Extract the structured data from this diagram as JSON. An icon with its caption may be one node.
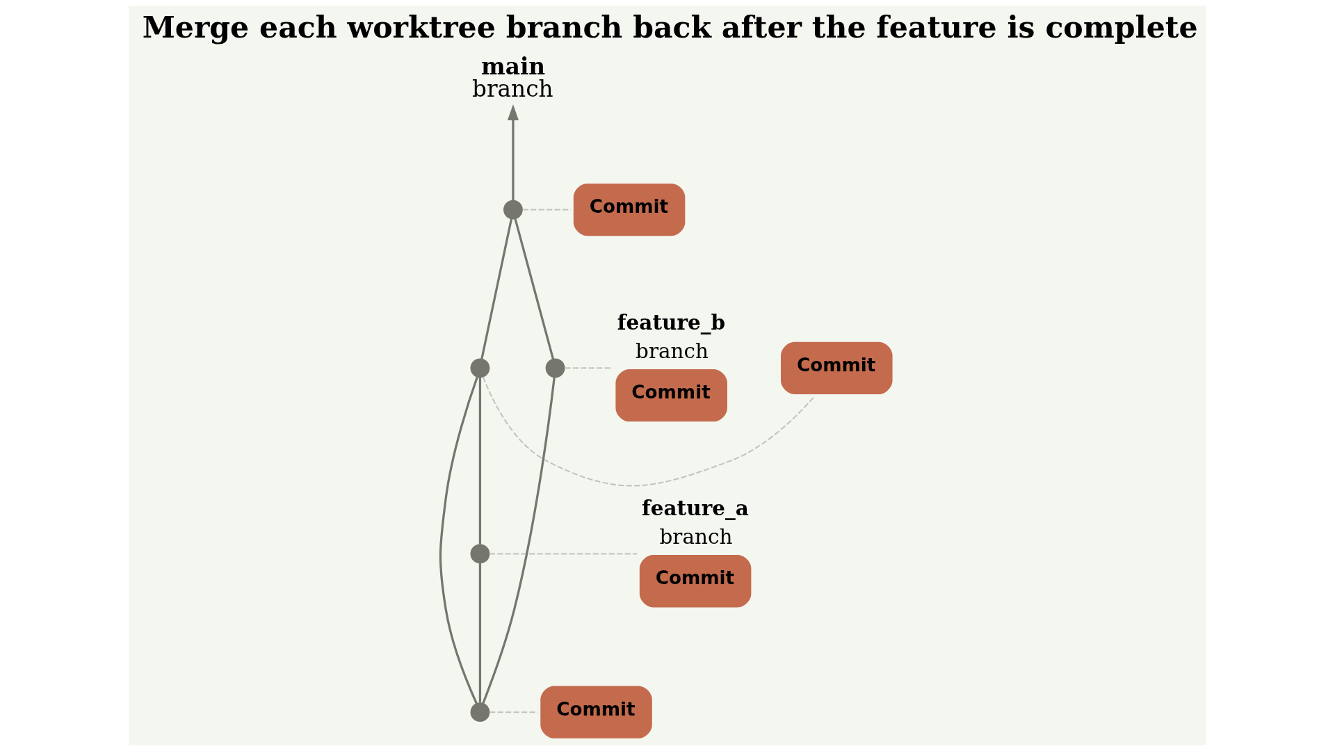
{
  "diagram": {
    "title": "Merge each worktree branch back after the feature is complete",
    "nodes": [
      {
        "text": [
          "main",
          "branch"
        ]
      },
      {
        "text": [],
        "shape": "circle"
      },
      {
        "text": [
          "Commit"
        ]
      },
      {
        "text": [],
        "shape": "circle"
      },
      {
        "text": [
          "Commit"
        ]
      },
      {
        "text": [
          "Commit"
        ],
        "beside": [
          "feature_b",
          "branch"
        ]
      },
      {
        "text": [],
        "shape": "circle"
      },
      {
        "text": [
          "Commit"
        ],
        "beside": [
          "feature_a",
          "branch"
        ]
      },
      {
        "text": [],
        "shape": "circle"
      },
      {
        "text": [],
        "shape": "circle"
      },
      {
        "text": [
          "Commit"
        ]
      }
    ],
    "edges": [
      {
        "from": 9,
        "to": 3,
        "arrow": "none"
      },
      {
        "from": 3,
        "to": 1,
        "arrow": "none"
      },
      {
        "from": 1,
        "to": 0,
        "arrow": "to"
      },
      {
        "from": 9,
        "to": 6,
        "arrow": "none"
      },
      {
        "from": 6,
        "to": 1,
        "arrow": "none"
      },
      {
        "from": 9,
        "to": 8,
        "arrow": "none"
      },
      {
        "from": 8,
        "to": 3,
        "arrow": "none"
      },
      {
        "from": 1,
        "to": 2,
        "arrow": "none",
        "style": "dashed",
        "color": "#c2c2bc"
      },
      {
        "from": 3,
        "to": 4,
        "arrow": "none",
        "style": "dashed",
        "color": "#c2c2bc"
      },
      {
        "from": 6,
        "to": 5,
        "arrow": "none",
        "style": "dashed",
        "color": "#c2c2bc"
      },
      {
        "from": 8,
        "to": 7,
        "arrow": "none",
        "style": "dashed",
        "color": "#c2c2bc"
      },
      {
        "from": 9,
        "to": 10,
        "arrow": "none",
        "style": "dashed",
        "color": "#c2c2bc"
      }
    ]
  }
}
